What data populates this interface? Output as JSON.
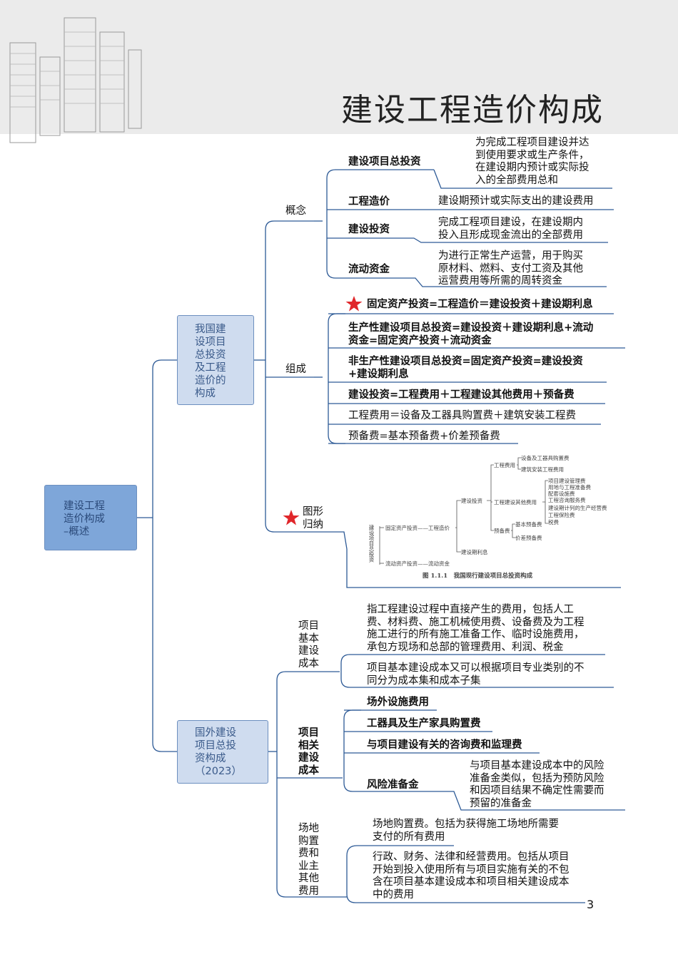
{
  "title": "建设工程造价构成",
  "page_number": "3",
  "root": "建设工程\n造价构成\n–概述",
  "branch1": {
    "label": "我国建\n设项目\n总投资\n及工程\n造价的\n构成",
    "concept": {
      "label": "概念",
      "items": [
        {
          "term": "建设项目总投资",
          "desc": [
            "为完成工程项目建设并达",
            "到使用要求或生产条件，",
            "在建设期内预计或实际投",
            "入的全部费用总和"
          ]
        },
        {
          "term": "工程造价",
          "desc": [
            "建设期预计或实际支出的建设费用"
          ]
        },
        {
          "term": "建设投资",
          "desc": [
            "完成工程项目建设，在建设期内",
            "投入且形成现金流出的全部费用"
          ]
        },
        {
          "term": "流动资金",
          "desc": [
            "为进行正常生产运营，用于购买",
            "原材料、燃料、支付工资及其他",
            "运营费用等所需的周转资金"
          ]
        }
      ]
    },
    "composition": {
      "label": "组成",
      "items": [
        [
          "固定资产投资=工程造价＝建设投资＋建设期利息"
        ],
        [
          "生产性建设项目总投资=建设投资＋建设期利息+流动",
          "资金=固定资产投资＋流动资金"
        ],
        [
          "非生产性建设项目总投资=固定资产投资=建设投资",
          "+建设期利息"
        ],
        [
          "建设投资=工程费用＋工程建设其他费用＋预备费"
        ],
        [
          "工程费用＝设备及工器具购置费＋建筑安装工程费"
        ],
        [
          "预备费=基本预备费+价差预备费"
        ]
      ]
    },
    "figure": {
      "label": "图形\n归纳",
      "caption": "图 1.1.1　我国现行建设项目总投资构成",
      "root": "建设项目总投资",
      "n_fixed": "固定资产投资——工程造价",
      "n_flow": "流动资产投资——流动资金",
      "n_invest": "建设投资",
      "n_interest": "建设期利息",
      "n_eng": "工程费用",
      "n_other": "工程建设其他费用",
      "n_reserve": "预备费",
      "eng_items": [
        "设备及工器具购置费",
        "建筑安装工程费用"
      ],
      "other_items": [
        "项目建设管理费",
        "用地与工程准备费",
        "配套设施费",
        "工程咨询服务费",
        "建设期计列的生产经营费",
        "工程保险费",
        "税费"
      ],
      "reserve_items": [
        "基本预备费",
        "价差预备费"
      ]
    }
  },
  "branch2": {
    "label": "国外建设\n项目总投\n资构成\n（2023）",
    "basic": {
      "label": "项目\n基本\n建设\n成本",
      "items": [
        [
          "指工程建设过程中直接产生的费用，包括人工",
          "费、材料费、施工机械使用费、设备费及为工程",
          "施工进行的所有施工准备工作、临时设施费用，",
          "承包方现场和总部的管理费用、利润、税金"
        ],
        [
          "项目基本建设成本又可以根据项目专业类别的不",
          "同分为成本集和成本子集"
        ]
      ]
    },
    "related": {
      "label": "项目\n相关\n建设\n成本",
      "items": [
        "场外设施费用",
        "工器具及生产家具购置费",
        "与项目建设有关的咨询费和监理费"
      ],
      "risk": {
        "term": "风险准备金",
        "desc": [
          "与项目基本建设成本中的风险",
          "准备金类似，包括为预防风险",
          "和因项目结果不确定性需要而",
          "预留的准备金"
        ]
      }
    },
    "owner": {
      "label": "场地\n购置\n费和\n业主\n其他\n费用",
      "items": [
        [
          "场地购置费。包括为获得施工场地所需要",
          "支付的所有费用"
        ],
        [
          "行政、财务、法律和经营费用。包括从项目",
          "开始到投入使用所有与项目实施有关的不包",
          "含在项目基本建设成本和项目相关建设成本",
          "中的费用"
        ]
      ]
    }
  },
  "colors": {
    "line": "#2d5a96",
    "star": "#e0262a",
    "root_fill": "#7ea6d9",
    "box_fill": "#cfdcef"
  }
}
